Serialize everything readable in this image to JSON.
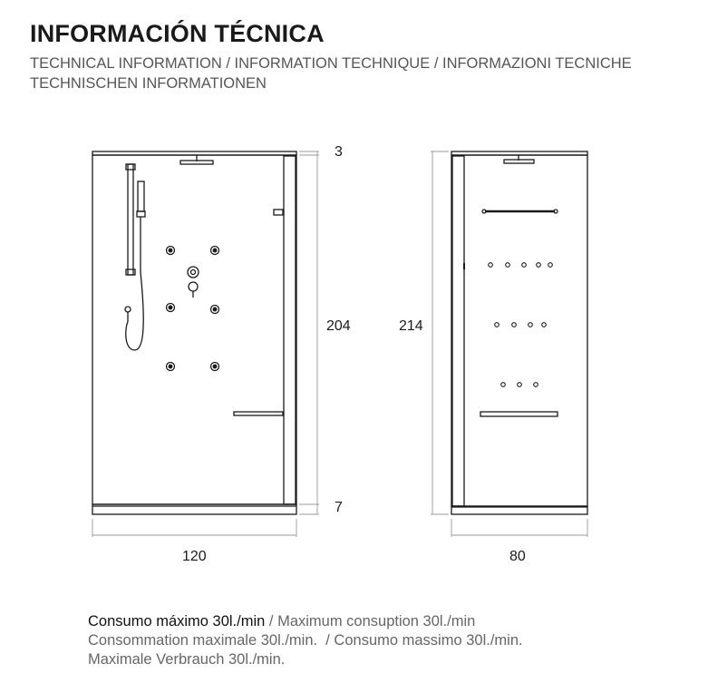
{
  "header": {
    "title": "INFORMACIÓN TÉCNICA",
    "subtitle_line1": "TECHNICAL INFORMATION / INFORMATION TECHNIQUE / INFORMAZIONI TECNICHE",
    "subtitle_line2": "TECHNISCHEN INFORMATIONEN"
  },
  "front_view": {
    "width_label": "120",
    "height_label": "204",
    "top_label": "3",
    "bottom_label": "7"
  },
  "side_view": {
    "width_label": "80",
    "height_label": "214"
  },
  "specs": {
    "line1_primary": "Consumo máximo 30l./min",
    "line1_secondary": " / Maximum consuption 30l./min",
    "line2": "Consommation maximale 30l./min.  / Consumo massimo 30l./min.",
    "line3": "Maximale Verbrauch 30l./min."
  },
  "colors": {
    "stroke": "#1a1a1a",
    "dimension": "#999999",
    "text_primary": "#111111",
    "text_secondary": "#666666"
  }
}
